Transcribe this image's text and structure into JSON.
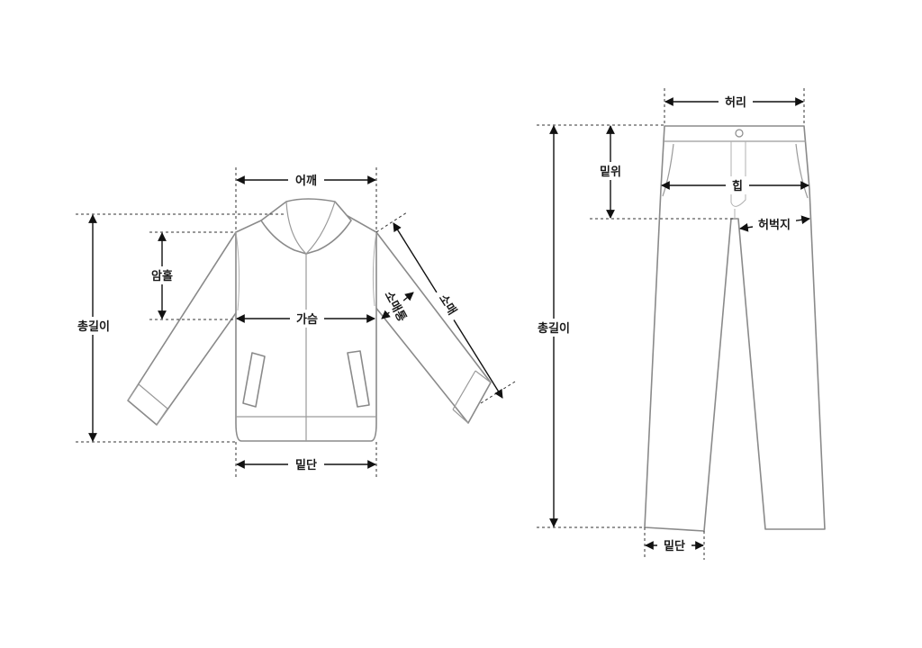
{
  "jacket": {
    "shoulder": "어깨",
    "armhole": "암홀",
    "total_length": "총길이",
    "chest": "가슴",
    "sleeve_width": "소매통",
    "sleeve": "소매",
    "hem": "밑단"
  },
  "pants": {
    "waist": "허리",
    "rise": "밑위",
    "hip": "힙",
    "thigh": "허벅지",
    "total_length": "총길이",
    "hem": "밑단"
  },
  "colors": {
    "outline": "#8a8a8a",
    "dimension": "#111111",
    "background": "#ffffff"
  }
}
